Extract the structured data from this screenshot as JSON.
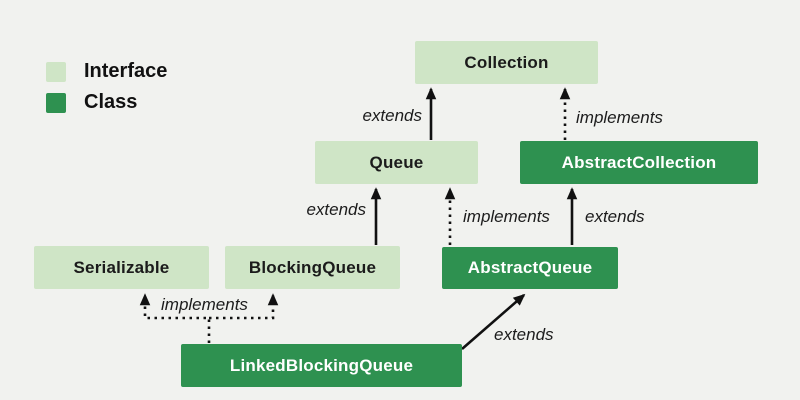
{
  "colors": {
    "background": "#f1f2ef",
    "interface_fill": "#cfe5c6",
    "class_fill": "#2e9150",
    "arrow": "#111111"
  },
  "legend": {
    "items": [
      {
        "label": "Interface",
        "type": "interface"
      },
      {
        "label": "Class",
        "type": "class"
      }
    ]
  },
  "nodes": [
    {
      "id": "collection",
      "label": "Collection",
      "type": "interface"
    },
    {
      "id": "queue",
      "label": "Queue",
      "type": "interface"
    },
    {
      "id": "abstract-collection",
      "label": "AbstractCollection",
      "type": "class"
    },
    {
      "id": "serializable",
      "label": "Serializable",
      "type": "interface"
    },
    {
      "id": "blocking-queue",
      "label": "BlockingQueue",
      "type": "interface"
    },
    {
      "id": "abstract-queue",
      "label": "AbstractQueue",
      "type": "class"
    },
    {
      "id": "linked-blocking-queue",
      "label": "LinkedBlockingQueue",
      "type": "class"
    }
  ],
  "edges": [
    {
      "from": "Queue",
      "to": "Collection",
      "label": "extends",
      "style": "solid"
    },
    {
      "from": "AbstractCollection",
      "to": "Collection",
      "label": "implements",
      "style": "dashed"
    },
    {
      "from": "BlockingQueue",
      "to": "Queue",
      "label": "extends",
      "style": "solid"
    },
    {
      "from": "AbstractQueue",
      "to": "Queue",
      "label": "implements",
      "style": "dashed"
    },
    {
      "from": "AbstractQueue",
      "to": "AbstractCollection",
      "label": "extends",
      "style": "solid"
    },
    {
      "from": "LinkedBlockingQueue",
      "to": "AbstractQueue",
      "label": "extends",
      "style": "solid"
    },
    {
      "from": "LinkedBlockingQueue",
      "to": "Serializable",
      "label": "implements",
      "style": "dashed"
    },
    {
      "from": "LinkedBlockingQueue",
      "to": "BlockingQueue",
      "label": "implements",
      "style": "dashed"
    }
  ]
}
